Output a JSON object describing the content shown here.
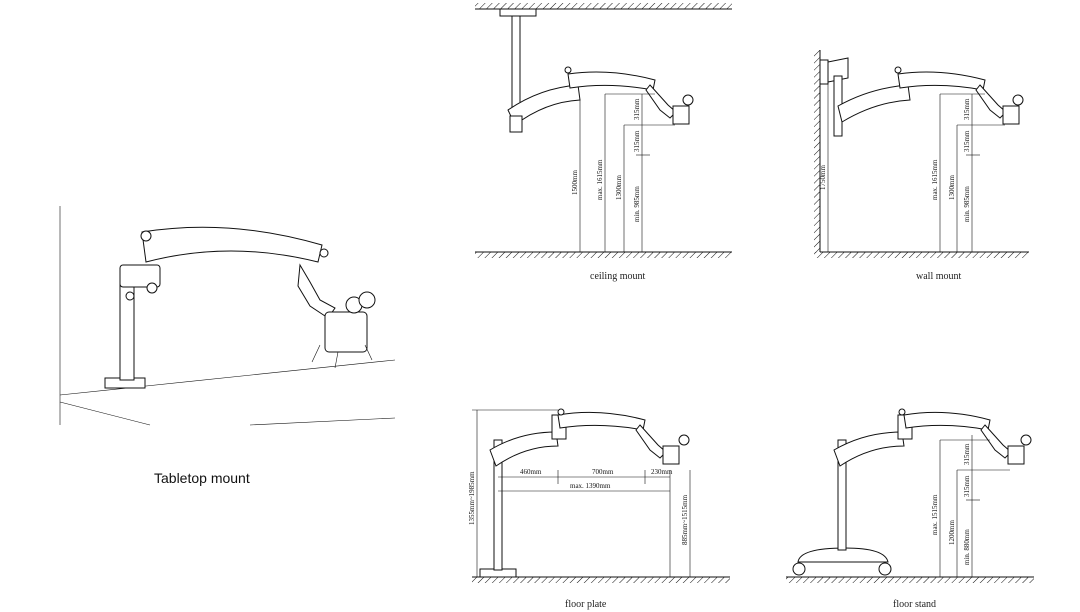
{
  "panels": {
    "tabletop": {
      "caption": "Tabletop mount"
    },
    "ceiling": {
      "caption": "ceiling mount",
      "dims": {
        "d1500": "1500mm",
        "max1615": "max. 1615mm",
        "d1300": "1300mm",
        "min985": "min. 985mm",
        "d315a": "315mm",
        "d315b": "315mm"
      }
    },
    "wall": {
      "caption": "wall mount",
      "dims": {
        "d1750": "1750mm",
        "max1615": "max. 1615mm",
        "d1300": "1300mm",
        "min985": "min. 985mm",
        "d315a": "315mm",
        "d315b": "315mm"
      }
    },
    "floorplate": {
      "caption": "floor plate",
      "dims": {
        "height": "1355mm~1985mm",
        "d460": "460mm",
        "d700": "700mm",
        "d230": "230mm",
        "max1390": "max. 1390mm",
        "range885": "885mm~1515mm"
      }
    },
    "floorstand": {
      "caption": "floor stand",
      "dims": {
        "max1515": "max. 1515mm",
        "d1200": "1200mm",
        "min880": "min. 880mm",
        "d315a": "315mm",
        "d315b": "315mm"
      }
    }
  }
}
